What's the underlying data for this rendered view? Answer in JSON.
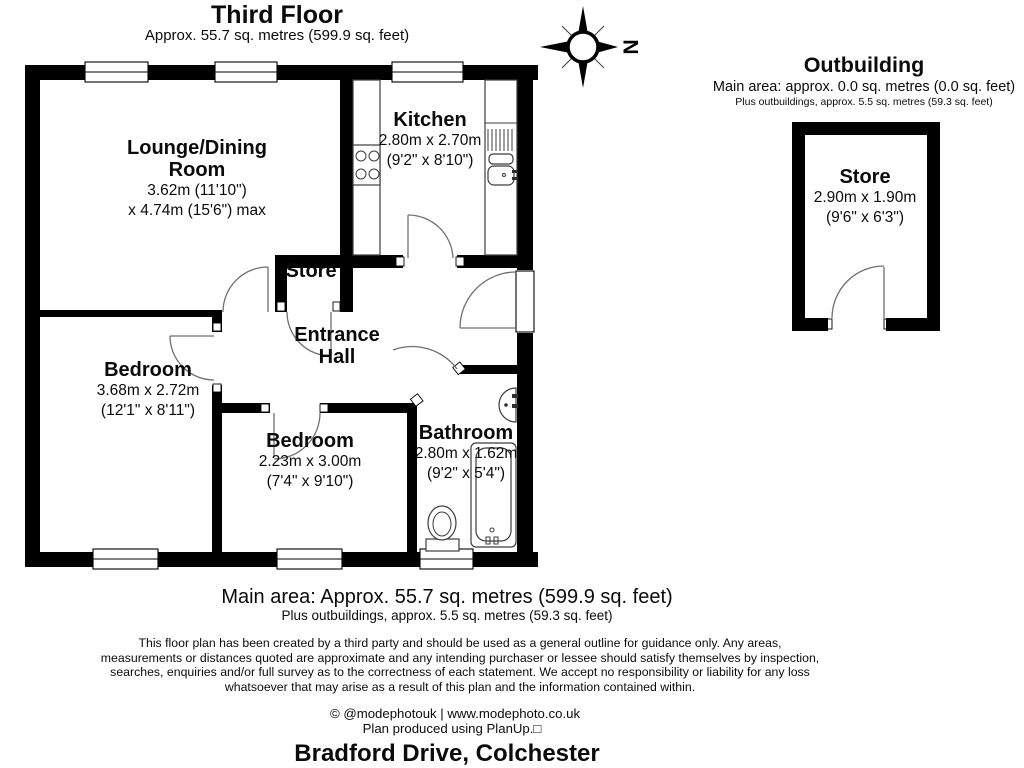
{
  "header": {
    "title": "Third Floor",
    "subtitle": "Approx. 55.7 sq. metres (599.9 sq. feet)"
  },
  "compass": {
    "label": "N"
  },
  "outbuilding": {
    "title": "Outbuilding",
    "subtitle": "Main area: approx. 0.0 sq. metres (0.0 sq. feet)",
    "subtitle2": "Plus outbuildings, approx. 5.5 sq. metres (59.3 sq. feet)"
  },
  "rooms": {
    "lounge": {
      "name_line1": "Lounge/Dining",
      "name_line2": "Room",
      "dim1": "3.62m (11'10\")",
      "dim2": "x 4.74m (15'6\") max"
    },
    "kitchen": {
      "name": "Kitchen",
      "dim1": "2.80m x 2.70m",
      "dim2": "(9'2\" x 8'10\")"
    },
    "store": {
      "name": "Store"
    },
    "hall": {
      "name_line1": "Entrance",
      "name_line2": "Hall"
    },
    "bedroom1": {
      "name": "Bedroom",
      "dim1": "3.68m x 2.72m",
      "dim2": "(12'1\" x 8'11\")"
    },
    "bedroom2": {
      "name": "Bedroom",
      "dim1": "2.23m x 3.00m",
      "dim2": "(7'4\" x 9'10\")"
    },
    "bathroom": {
      "name": "Bathroom",
      "dim1": "2.80m x 1.62m",
      "dim2": "(9'2\" x 5'4\")"
    },
    "outbuilding_store": {
      "name": "Store",
      "dim1": "2.90m x 1.90m",
      "dim2": "(9'6\" x 6'3\")"
    }
  },
  "footer": {
    "main_area": "Main area: Approx. 55.7 sq. metres (599.9 sq. feet)",
    "plus_outbuildings": "Plus outbuildings, approx. 5.5 sq. metres (59.3 sq. feet)",
    "disclaimer": [
      "This floor plan has been created by a third party and should be used as a general outline for guidance only. Any areas,",
      "measurements or distances quoted are approximate and any intending purchaser or lessee should satisfy themselves by inspection,",
      "searches, enquiries and/or full survey as to the correctness of each statement. We accept no responsibility or liability for any loss",
      "whatsoever that may arise as a result of this plan and the information contained within."
    ],
    "copyright": "© @modephotouk | www.modephoto.co.uk",
    "produced": "Plan produced using PlanUp.□",
    "address": "Bradford Drive, Colchester"
  },
  "colors": {
    "wall": "#000000",
    "background": "#ffffff",
    "door_arc": "#6f6f6f",
    "fixture": "#3c3c3c"
  }
}
